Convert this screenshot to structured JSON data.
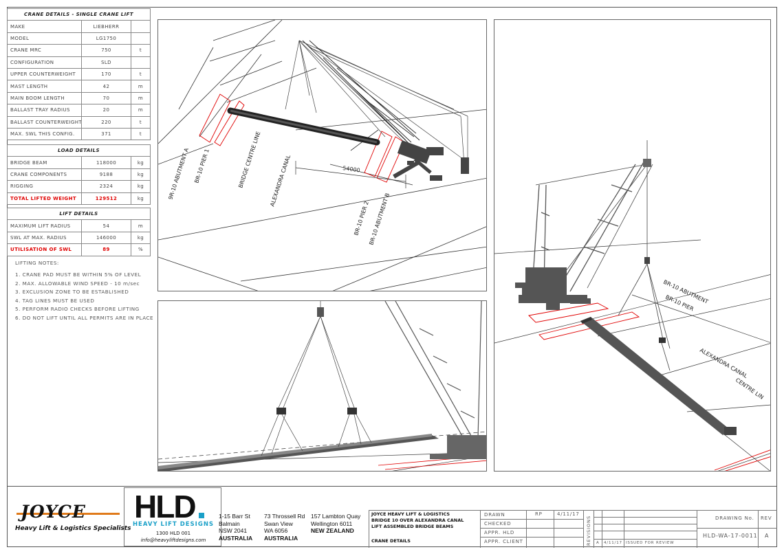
{
  "crane_details": {
    "title": "CRANE DETAILS - SINGLE CRANE LIFT",
    "rows": [
      {
        "label": "MAKE",
        "value": "LIEBHERR",
        "unit": ""
      },
      {
        "label": "MODEL",
        "value": "LG1750",
        "unit": ""
      },
      {
        "label": "CRANE MRC",
        "value": "750",
        "unit": "t"
      },
      {
        "label": "CONFIGURATION",
        "value": "SLD",
        "unit": ""
      },
      {
        "label": "UPPER COUNTERWEIGHT",
        "value": "170",
        "unit": "t"
      },
      {
        "label": "MAST LENGTH",
        "value": "42",
        "unit": "m"
      },
      {
        "label": "MAIN BOOM LENGTH",
        "value": "70",
        "unit": "m"
      },
      {
        "label": "BALLAST TRAY RADIUS",
        "value": "20",
        "unit": "m"
      },
      {
        "label": "BALLAST COUNTERWEIGHT",
        "value": "220",
        "unit": "t"
      },
      {
        "label": "MAX. SWL THIS CONFIG.",
        "value": "371",
        "unit": "t"
      }
    ]
  },
  "load_details": {
    "title": "LOAD DETAILS",
    "rows": [
      {
        "label": "BRIDGE BEAM",
        "value": "118000",
        "unit": "kg"
      },
      {
        "label": "CRANE COMPONENTS",
        "value": "9188",
        "unit": "kg"
      },
      {
        "label": "RIGGING",
        "value": "2324",
        "unit": "kg"
      }
    ],
    "total": {
      "label": "TOTAL LIFTED WEIGHT",
      "value": "129512",
      "unit": "kg"
    }
  },
  "lift_details": {
    "title": "LIFT DETAILS",
    "rows": [
      {
        "label": "MAXIMUM LIFT RADIUS",
        "value": "54",
        "unit": "m"
      },
      {
        "label": "SWL AT MAX. RADIUS",
        "value": "146000",
        "unit": "kg"
      }
    ],
    "utilisation": {
      "label": "UTILISATION OF SWL",
      "value": "89",
      "unit": "%"
    }
  },
  "lifting_notes": {
    "title": "LIFTING NOTES:",
    "items": [
      "1.  CRANE PAD MUST BE WITHIN 5% OF LEVEL",
      "2.  MAX. ALLOWABLE WIND SPEED - 10 m/sec",
      "3.  EXCLUSION ZONE TO BE ESTABLISHED",
      "4.  TAG LINES MUST BE USED",
      "5.  PERFORM RADIO CHECKS BEFORE LIFTING",
      "6.  DO NOT LIFT UNTIL ALL PERMITS ARE IN PLACE"
    ]
  },
  "plan_view": {
    "dimension": "54000",
    "labels": {
      "abutment_a": "9R-10 ABUTMENT A",
      "pier1": "BR-10 PIER 1",
      "centre_line": "BRIDGE CENTRE LINE",
      "canal": "ALEXANDRA CANAL",
      "pier2": "BR-10 PIER 2",
      "abutment_b": "BR-10 ABUTMENT B"
    }
  },
  "iso_view": {
    "labels": {
      "abutment": "BR-10 ABUTMENT",
      "pier": "BR-10 PIER",
      "canal": "ALEXANDRA CANAL",
      "centre": "CENTRE LIN"
    }
  },
  "title_block": {
    "joyce_logo": "JOYCE",
    "joyce_tagline": "Heavy Lift & Logistics Specialists",
    "hld_logo": "HLD",
    "hld_name": "HEAVY LIFT DESIGNS",
    "hld_phone": "1300 HLD 001",
    "hld_email": "info@heavyliftdesigns.com",
    "addresses": [
      {
        "line1": "1-15 Barr St",
        "line2": "Balmain",
        "line3": "NSW 2041",
        "line4": "AUSTRALIA"
      },
      {
        "line1": "73 Throssell Rd",
        "line2": "Swan View",
        "line3": "WA 6056",
        "line4": "AUSTRALIA"
      },
      {
        "line1": "157 Lambton Quay",
        "line2": "Wellington 6011",
        "line3": "NEW ZEALAND",
        "line4": ""
      }
    ],
    "project_lines": [
      "JOYCE HEAVY LIFT & LOGISTICS",
      "BRIDGE 10 OVER ALEXANDRA CANAL",
      "LIFT ASSEMBLED BRIDGE BEAMS"
    ],
    "drawing_title": "CRANE DETAILS",
    "drawn_label": "DRAWN",
    "drawn_by": "RP",
    "drawn_date": "4/11/17",
    "checked_label": "CHECKED",
    "appr_hld_label": "APPR. HLD",
    "appr_client_label": "APPR. CLIENT",
    "revisions_label": "REVISIONS",
    "rev_entry": {
      "rev": "A",
      "date": "4/11/17",
      "desc": "ISSUED FOR REVIEW"
    },
    "drawing_no_label": "DRAWING No.",
    "drawing_no": "HLD-WA-17-0011",
    "rev_label": "REV",
    "rev": "A"
  }
}
